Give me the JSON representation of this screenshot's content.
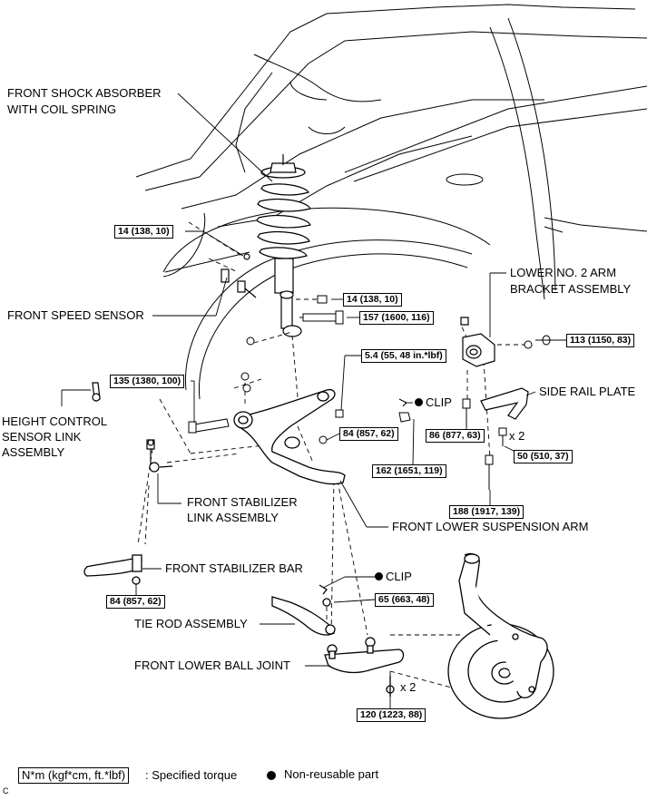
{
  "labels": {
    "front_shock": [
      "FRONT SHOCK ABSORBER",
      "WITH COIL SPRING"
    ],
    "front_speed_sensor": "FRONT SPEED SENSOR",
    "lower_no2_bracket": [
      "LOWER NO. 2 ARM",
      "BRACKET ASSEMBLY"
    ],
    "side_rail_plate": "SIDE RAIL PLATE",
    "height_control": [
      "HEIGHT CONTROL",
      "SENSOR LINK",
      "ASSEMBLY"
    ],
    "front_stabilizer_link": [
      "FRONT STABILIZER",
      "LINK ASSEMBLY"
    ],
    "front_lower_susp_arm": "FRONT LOWER SUSPENSION ARM",
    "front_stabilizer_bar": "FRONT STABILIZER BAR",
    "tie_rod": "TIE ROD ASSEMBLY",
    "front_lower_ball_joint": "FRONT LOWER BALL JOINT"
  },
  "torques": {
    "t_14_a": "14 (138, 10)",
    "t_14_b": "14 (138, 10)",
    "t_157": "157 (1600, 116)",
    "t_113": "113 (1150, 83)",
    "t_5_4": "5.4 (55, 48 in.*lbf)",
    "t_135": "135 (1380, 100)",
    "t_84_a": "84 (857, 62)",
    "t_162": "162 (1651, 119)",
    "t_86": "86 (877, 63)",
    "t_50": "50 (510, 37)",
    "t_188": "188 (1917, 139)",
    "t_84_b": "84 (857, 62)",
    "t_65": "65 (663, 48)",
    "t_120": "120 (1223, 88)"
  },
  "clips": {
    "clip_1": "CLIP",
    "clip_2": "CLIP"
  },
  "multipliers": {
    "x2_a": "x 2",
    "x2_b": "x 2"
  },
  "legend": {
    "torque_box": "N*m (kgf*cm, ft.*lbf)",
    "torque_text": ": Specified torque",
    "nonreusable_text": "Non-reusable part"
  },
  "corner_mark": "C"
}
